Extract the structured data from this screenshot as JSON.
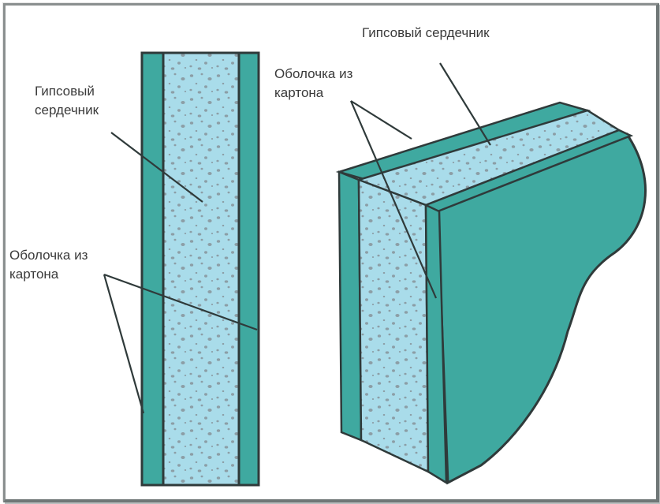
{
  "diagram": {
    "subject": "Drywall (gypsum board) structure",
    "colors": {
      "shell": "#3fa9a0",
      "core": "#a9dcea",
      "speckle": "#8a9ba3",
      "outline": "#2f3a3a",
      "frame": "#7c8484"
    },
    "left_panel": {
      "view": "cross-section",
      "labels": {
        "core_line1": "Гипсовый",
        "core_line2": "сердечник",
        "shell_line1": "Оболочка из",
        "shell_line2": "картона"
      }
    },
    "right_panel": {
      "view": "3D cut-away block",
      "labels": {
        "core": "Гипсовый сердечник",
        "shell_line1": "Оболочка из",
        "shell_line2": "картона"
      }
    }
  }
}
